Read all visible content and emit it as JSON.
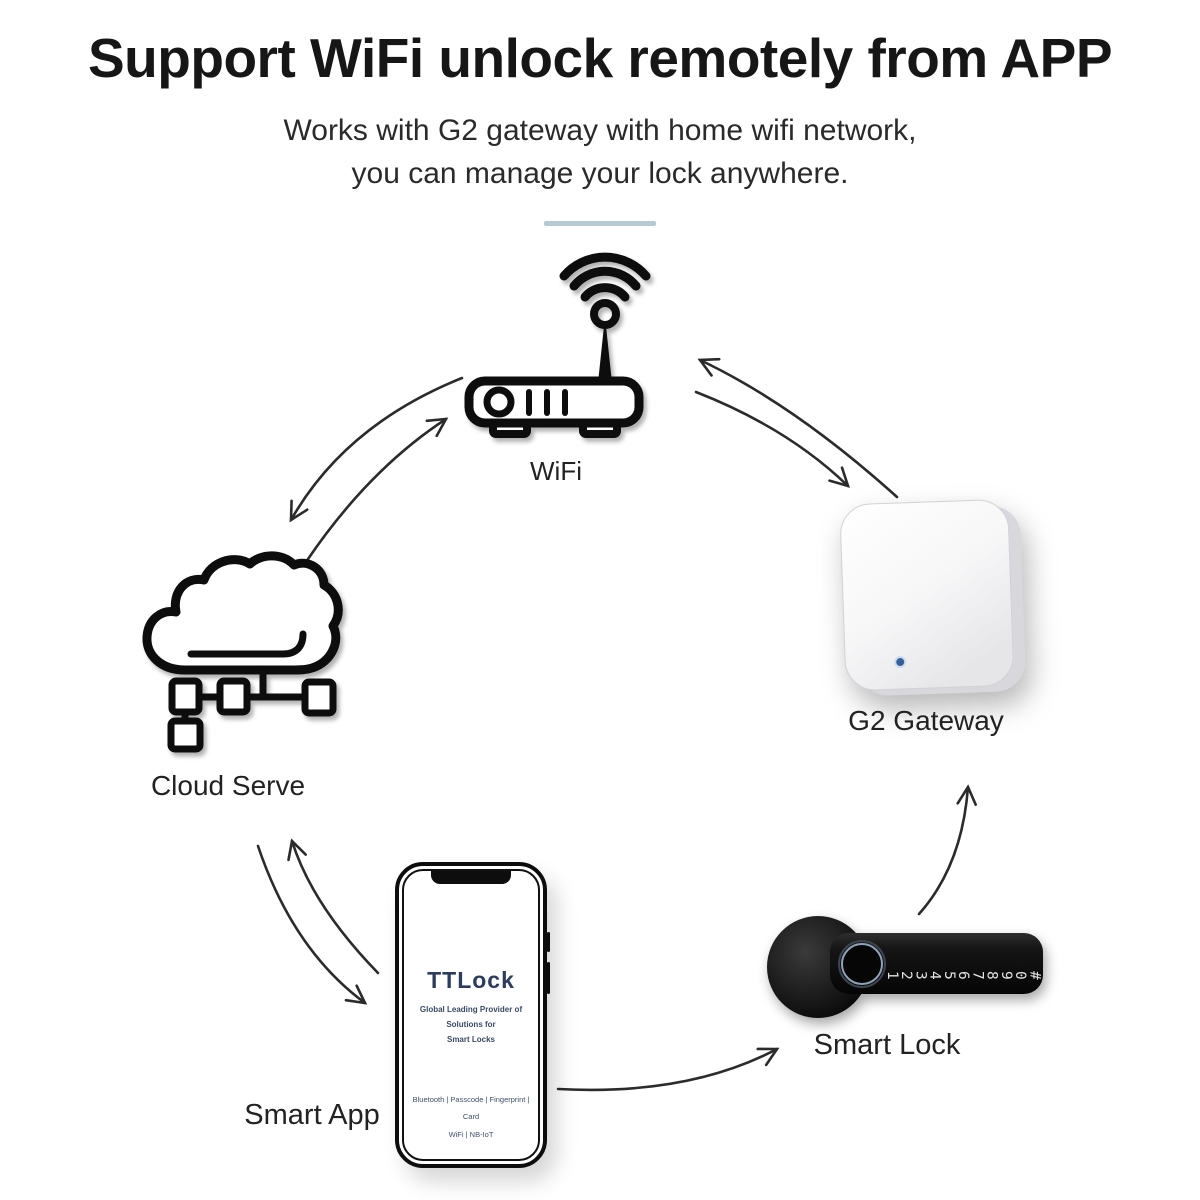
{
  "page": {
    "title": "Support WiFi unlock remotely from APP",
    "subtitle_line1": "Works with G2 gateway with home wifi network,",
    "subtitle_line2": "you can manage your lock anywhere."
  },
  "nodes": {
    "wifi": {
      "label": "WiFi",
      "icon": "wifi-router-icon"
    },
    "gateway": {
      "label": "G2 Gateway",
      "icon": "gateway-device",
      "led_color": "#35619b"
    },
    "cloud": {
      "label": "Cloud Serve",
      "icon": "cloud-network-icon"
    },
    "app": {
      "label": "Smart App",
      "icon": "smartphone"
    },
    "lock": {
      "label": "Smart Lock",
      "icon": "smart-lock-handle",
      "keypad": "1234567890#"
    }
  },
  "phone_screen": {
    "brand": "TTLock",
    "tagline_line1": "Global Leading Provider of Solutions for",
    "tagline_line2": "Smart Locks",
    "features_line1": "Bluetooth | Passcode | Fingerprint | Card",
    "features_line2": "WiFi | NB-IoT"
  },
  "connections": [
    {
      "from": "WiFi",
      "to": "Cloud Serve",
      "bidirectional": true
    },
    {
      "from": "WiFi",
      "to": "G2 Gateway",
      "bidirectional": true
    },
    {
      "from": "Cloud Serve",
      "to": "Smart App",
      "bidirectional": true
    },
    {
      "from": "Smart App",
      "to": "Smart Lock",
      "bidirectional": false
    },
    {
      "from": "Smart Lock",
      "to": "G2 Gateway",
      "bidirectional": false
    }
  ],
  "colors": {
    "divider": "#b7cad1",
    "ttlock_brand": "#2c3c5c",
    "gateway_led": "#35619b",
    "arrow": "#2b2b2b",
    "icon_outline": "#0d0d0d",
    "text": "#1c1c1c"
  }
}
